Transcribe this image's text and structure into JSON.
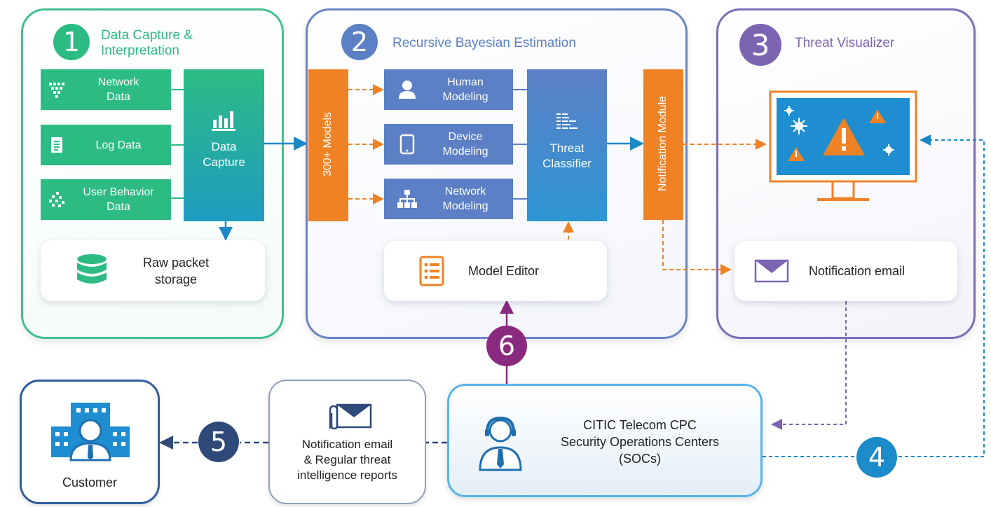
{
  "colors": {
    "green": "#2dbb84",
    "blue": "#5c7fc5",
    "orange": "#f08226",
    "purple": "#7b65b3",
    "magenta": "#8a2a7e",
    "darknavy": "#2f4a78",
    "cyan": "#1b8bc9"
  },
  "panel1": {
    "number": "1",
    "title_line1": "Data Capture &",
    "title_line2": "Interpretation",
    "sources": [
      {
        "label_line1": "Network",
        "label_line2": "Data",
        "icon": "network-grid-icon"
      },
      {
        "label_line1": "Log Data",
        "label_line2": "",
        "icon": "document-icon"
      },
      {
        "label_line1": "User Behavior",
        "label_line2": "Data",
        "icon": "scatter-icon"
      }
    ],
    "capture": {
      "label_line1": "Data",
      "label_line2": "Capture",
      "icon": "bar-chart-icon"
    },
    "storage": {
      "label_line1": "Raw packet",
      "label_line2": "storage",
      "icon": "database-icon"
    }
  },
  "panel2": {
    "number": "2",
    "title": "Recursive Bayesian Estimation",
    "models_bar": "300+ Models",
    "models": [
      {
        "label_line1": "Human",
        "label_line2": "Modeling",
        "icon": "person-icon"
      },
      {
        "label_line1": "Device",
        "label_line2": "Modeling",
        "icon": "tablet-icon"
      },
      {
        "label_line1": "Network",
        "label_line2": "Modeling",
        "icon": "hierarchy-icon"
      }
    ],
    "classifier": {
      "label_line1": "Threat",
      "label_line2": "Classifier",
      "icon": "list-bars-icon"
    },
    "editor": {
      "label": "Model Editor",
      "icon": "checklist-icon"
    }
  },
  "notification_module": "Notification Module",
  "panel3": {
    "number": "3",
    "title": "Threat Visualizer",
    "email": {
      "label": "Notification email",
      "icon": "envelope-icon"
    }
  },
  "soc": {
    "line1": "CITIC Telecom CPC",
    "line2": "Security Operations Centers",
    "line3": "(SOCs)"
  },
  "reports": {
    "line1": "Notification email",
    "line2": "& Regular threat",
    "line3": "intelligence reports"
  },
  "customer": {
    "label": "Customer"
  },
  "steps": {
    "four": "4",
    "five": "5",
    "six": "6"
  }
}
